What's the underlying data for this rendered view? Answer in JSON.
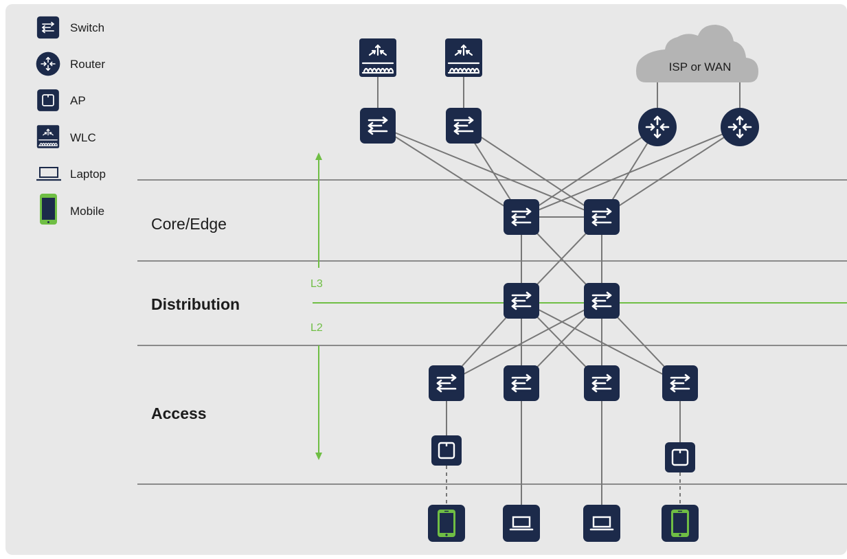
{
  "legend": {
    "switch": "Switch",
    "router": "Router",
    "ap": "AP",
    "wlc": "WLC",
    "laptop": "Laptop",
    "mobile": "Mobile"
  },
  "layers": {
    "core_edge": "Core/Edge",
    "distribution": "Distribution",
    "access": "Access"
  },
  "boundary": {
    "l3": "L3",
    "l2": "L2"
  },
  "cloud": {
    "label": "ISP or WAN"
  },
  "colors": {
    "panel_bg": "#e8e8e8",
    "device_navy": "#1c2a4a",
    "mobile_green": "#6fbe44",
    "link_gray": "#777777",
    "layer_line": "#8a8a8a",
    "cloud_gray": "#b4b4b4",
    "l3_l2_green": "#6fbe44"
  },
  "icons": [
    "switch-icon",
    "router-icon",
    "access-point-icon",
    "wlc-icon",
    "laptop-icon",
    "mobile-icon",
    "cloud-icon"
  ]
}
